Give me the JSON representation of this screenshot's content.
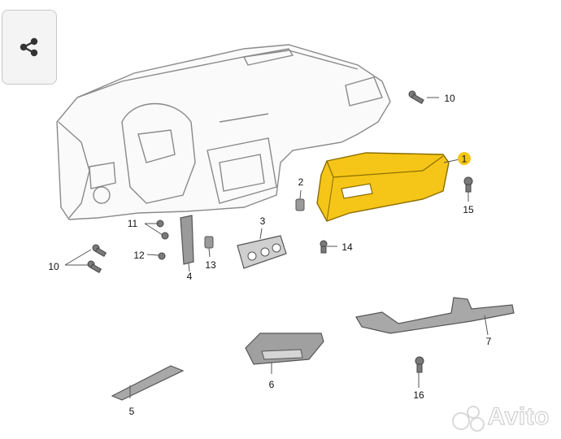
{
  "share": {
    "icon": "share-icon"
  },
  "callouts": [
    "1",
    "2",
    "3",
    "4",
    "5",
    "6",
    "7",
    "10",
    "10",
    "11",
    "12",
    "13",
    "14",
    "15",
    "16"
  ],
  "watermark": {
    "text": "Avito"
  },
  "colors": {
    "highlight": "#f5c518",
    "line": "#6f6f6f",
    "part": "#9a9a9a"
  }
}
